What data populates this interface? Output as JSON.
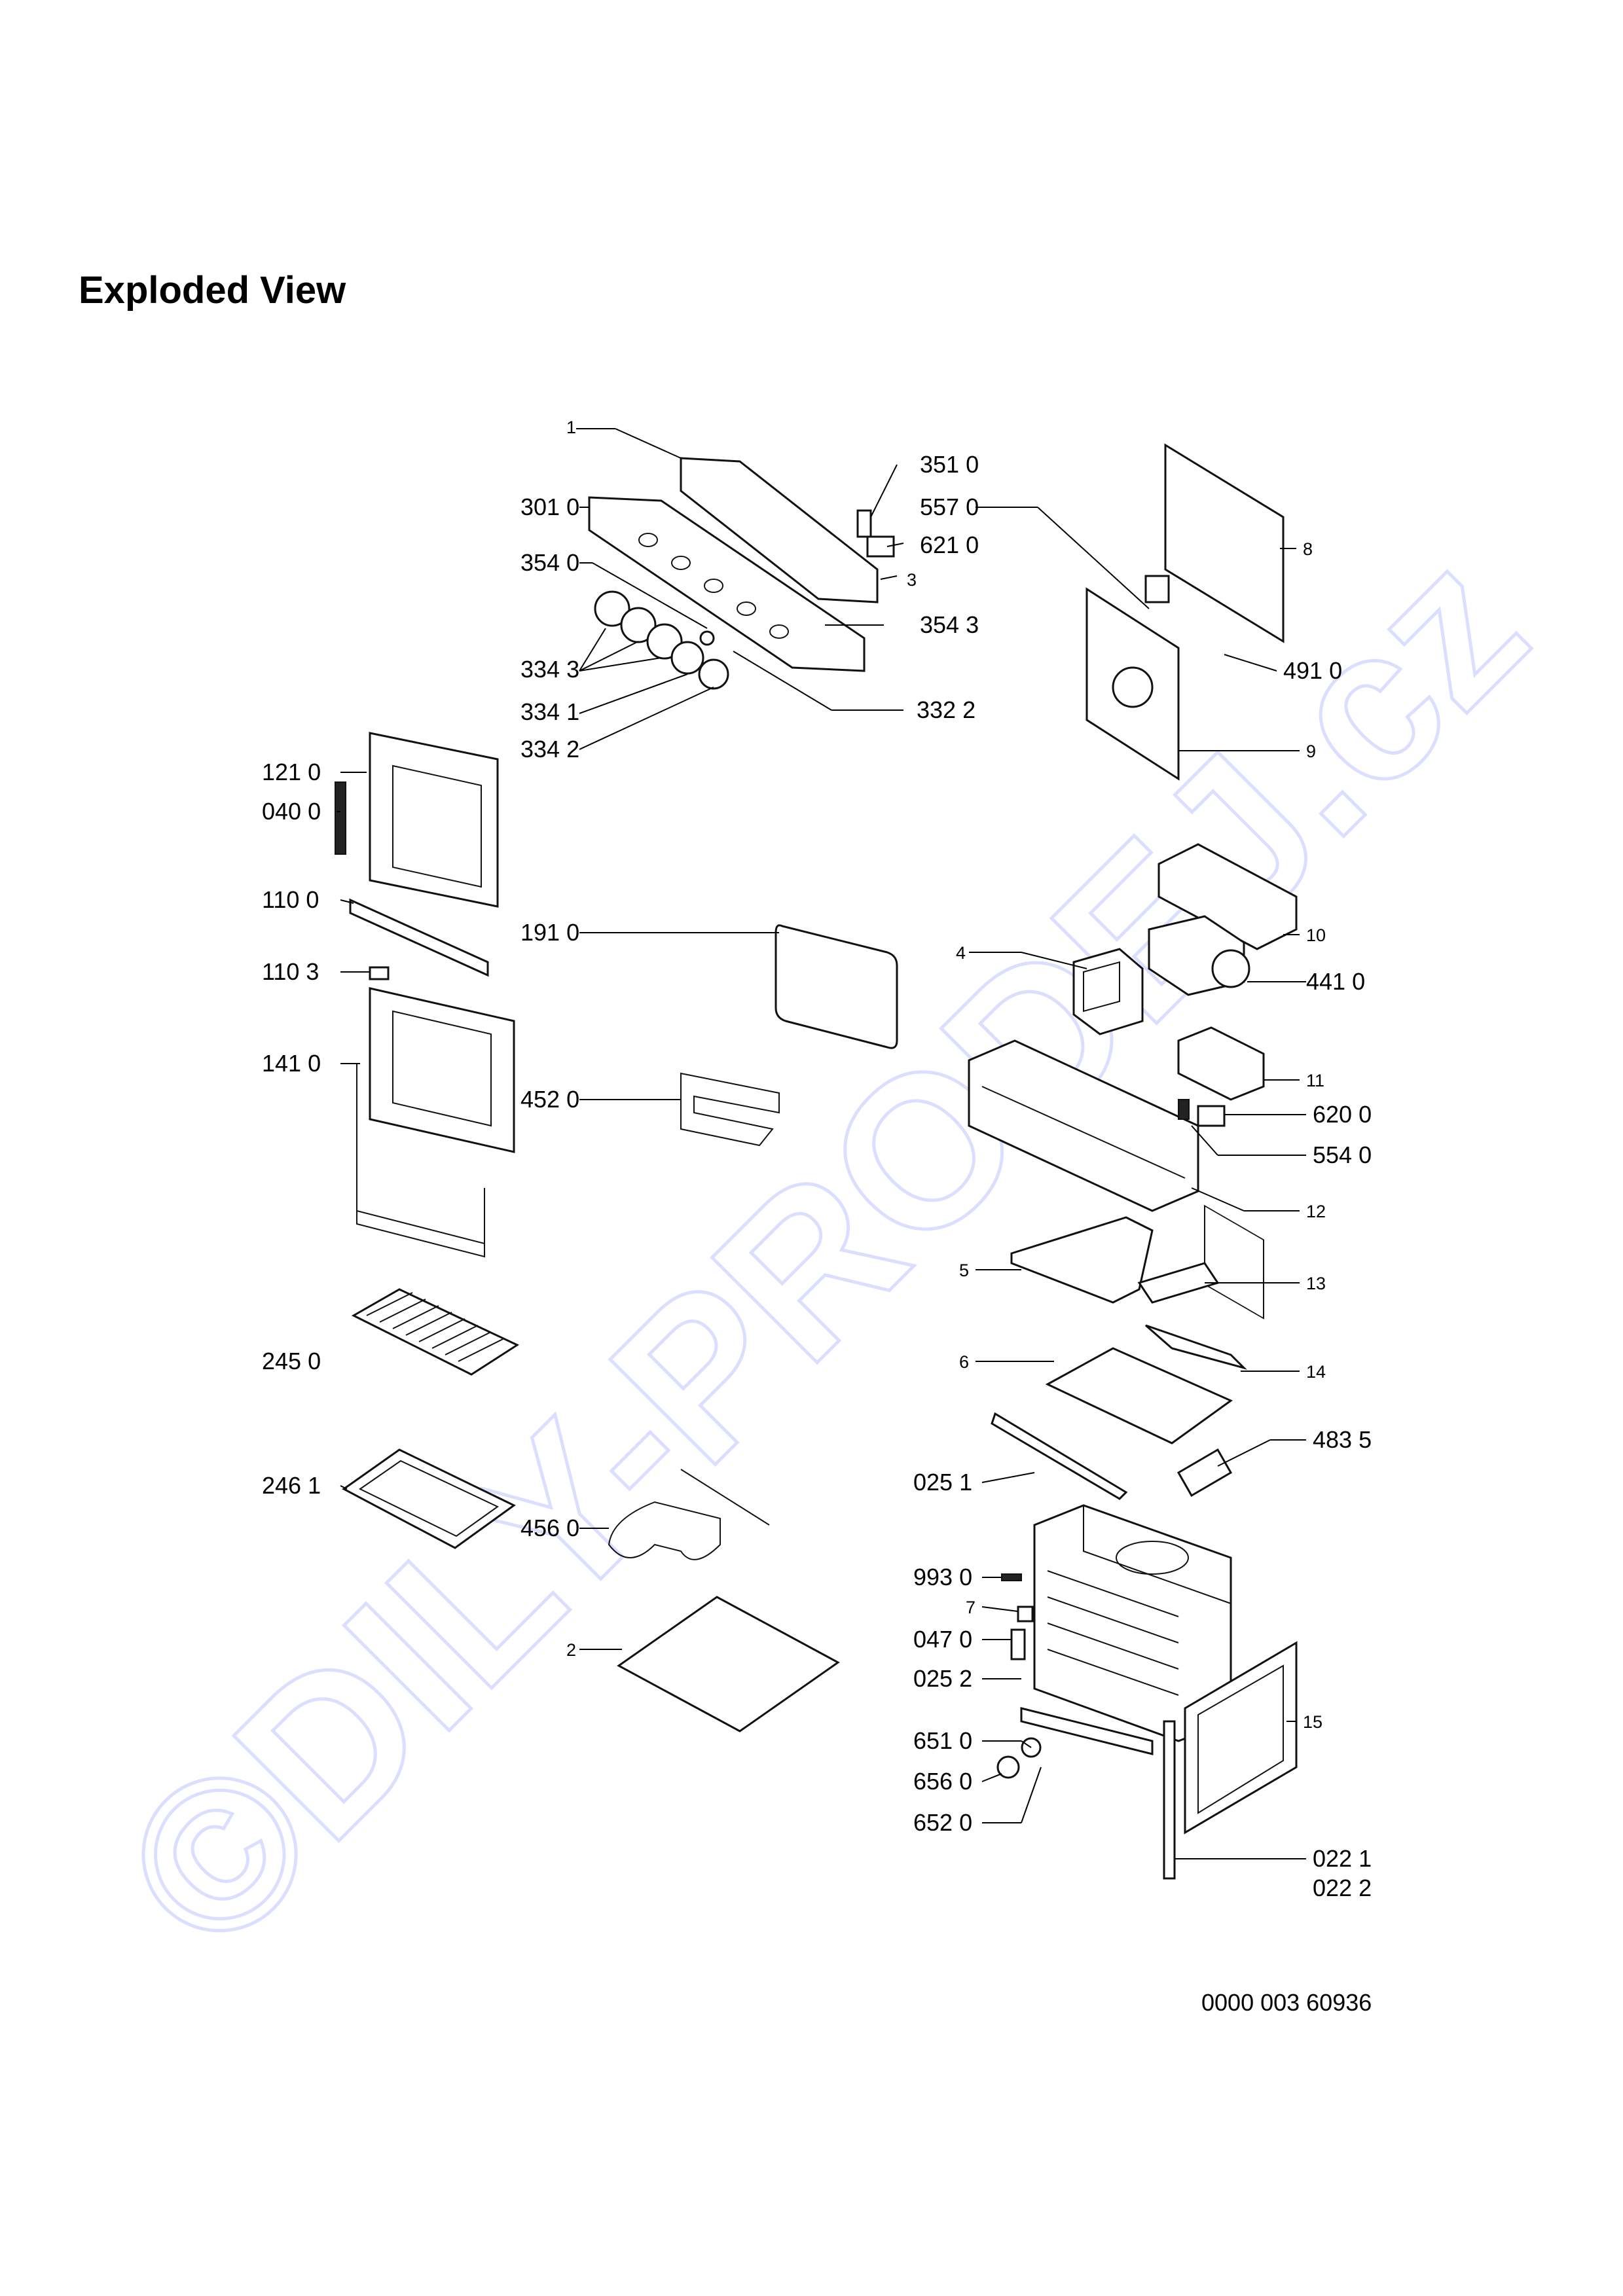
{
  "page_title": "Exploded View",
  "drawing_number": "0000 003 60936",
  "watermark_text": "©DILY-PRODEJ.cz",
  "part_labels": [
    "1",
    "351 0",
    "301 0",
    "557 0",
    "621 0",
    "354 0",
    "3",
    "354 3",
    "334 3",
    "334 1",
    "334 2",
    "332 2",
    "8",
    "491 0",
    "9",
    "121 0",
    "040 0",
    "110 0",
    "110 3",
    "191 0",
    "141 0",
    "452 0",
    "4",
    "10",
    "441 0",
    "11",
    "620 0",
    "554 0",
    "12",
    "5",
    "13",
    "6",
    "14",
    "483 5",
    "025 1",
    "245 0",
    "246 1",
    "456 0",
    "2",
    "993 0",
    "7",
    "047 0",
    "025 2",
    "15",
    "651 0",
    "656 0",
    "652 0",
    "022 1",
    "022 2"
  ],
  "colors": {
    "watermark": "#bfc6ff",
    "line": "#000000"
  }
}
